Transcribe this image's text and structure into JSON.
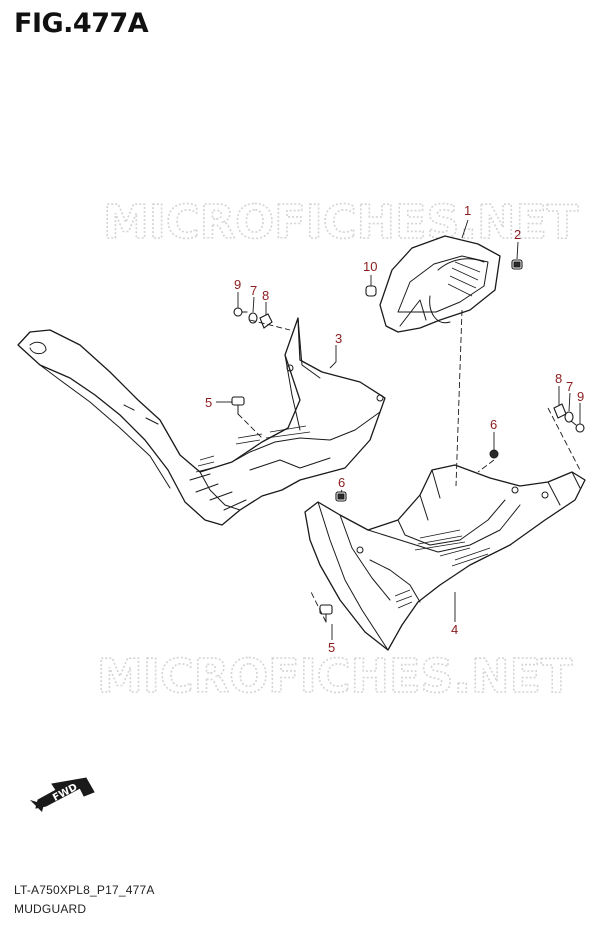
{
  "figure": {
    "title": "FIG.477A"
  },
  "watermark": {
    "text": "MICROFICHES.NET"
  },
  "callouts": [
    "1",
    "2",
    "10",
    "9",
    "7",
    "8",
    "3",
    "5",
    "8",
    "7",
    "9",
    "6",
    "6",
    "4",
    "5"
  ],
  "fwd_badge": {
    "text": "FWD"
  },
  "footer": {
    "code": "LT-A750XPL8_P17_477A",
    "name": "MUDGUARD"
  }
}
